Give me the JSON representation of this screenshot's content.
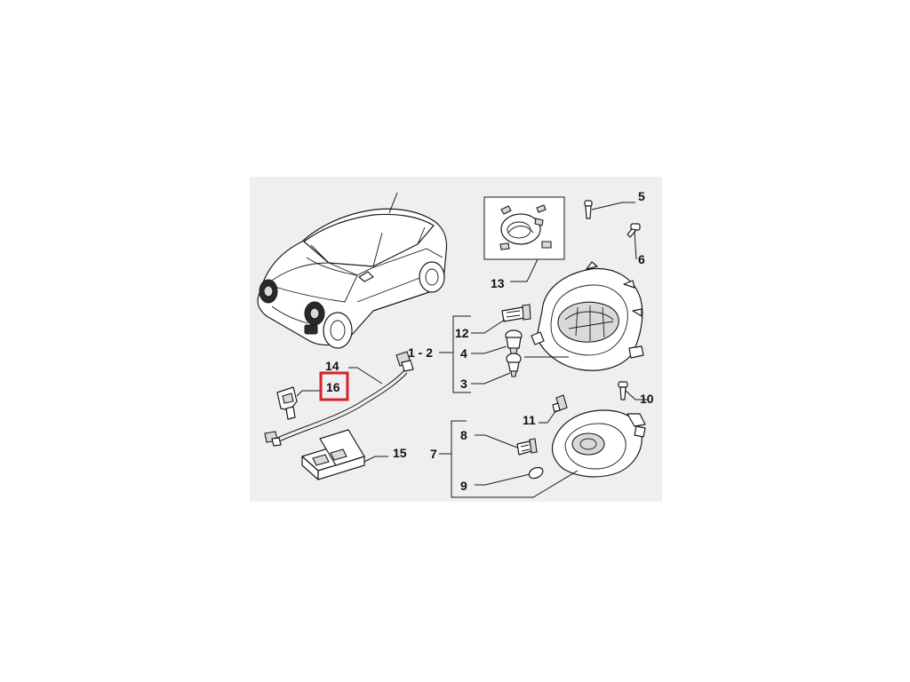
{
  "colors": {
    "panel_background": "#efefef",
    "highlight_frame": "#d6232a",
    "line": "#1a1a1a"
  },
  "callouts": {
    "c5": "5",
    "c6": "6",
    "c13": "13",
    "c12": "12",
    "c1_2": "1 - 2",
    "c4": "4",
    "c3": "3",
    "c10": "10",
    "c14": "14",
    "c16": "16",
    "c11": "11",
    "c8": "8",
    "c7": "7",
    "c15": "15",
    "c9": "9"
  },
  "highlighted_callout": "16"
}
